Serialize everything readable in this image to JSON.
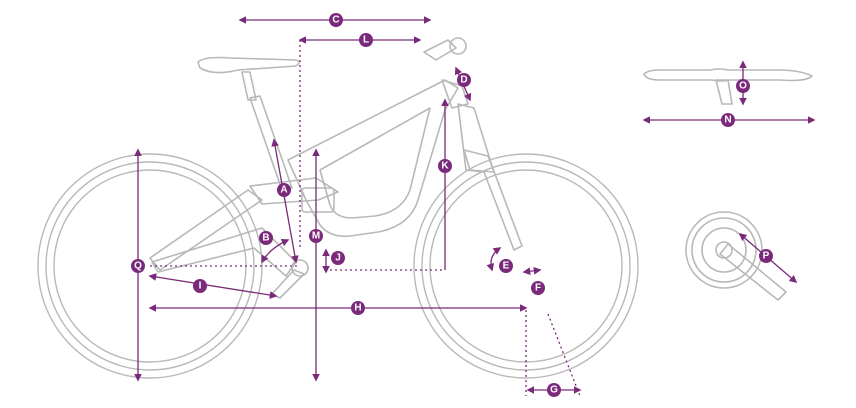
{
  "labels": {
    "A": "A",
    "B": "B",
    "C": "C",
    "D": "D",
    "E": "E",
    "F": "F",
    "G": "G",
    "H": "H",
    "I": "I",
    "J": "J",
    "K": "K",
    "L": "L",
    "M": "M",
    "N": "N",
    "O": "O",
    "P": "P",
    "Q": "Q"
  },
  "colors": {
    "accent": "#7a2a7a",
    "line": "#b8b8b8",
    "background": "#ffffff"
  }
}
